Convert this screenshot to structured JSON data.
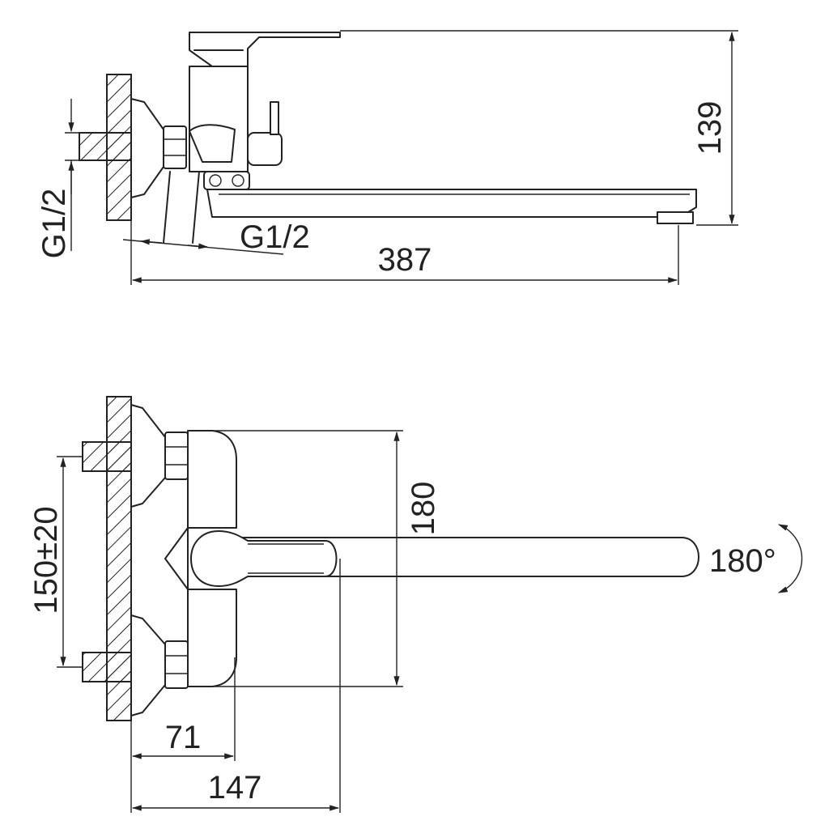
{
  "side_view": {
    "dim_inlet_thread_vertical": "G1/2",
    "dim_inlet_thread_horizontal": "G1/2",
    "dim_overall_length": "387",
    "dim_height": "139"
  },
  "top_view": {
    "dim_inlet_spacing": "150±20",
    "dim_body_height": "180",
    "dim_swivel_angle": "180°",
    "dim_body_depth": "71",
    "dim_spout_base": "147"
  }
}
